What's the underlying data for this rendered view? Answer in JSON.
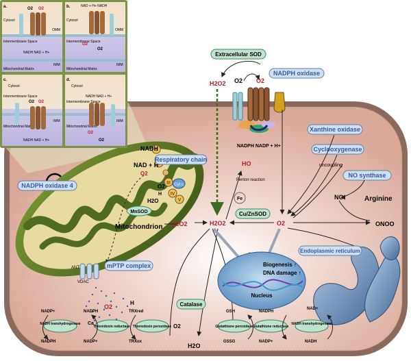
{
  "panels": {
    "a": {
      "letter": "a.",
      "o2": "O2",
      "superoxide": "O2",
      "cytosol": "Cytosol",
      "omm": "OMM",
      "ims": "Intermembrane Space",
      "nadh_reaction": "NADH   NAD + H+",
      "imm": "IMM",
      "matrix": "Mitochondrial Matrix"
    },
    "b": {
      "letter": "b.",
      "nadh_reaction": "NAD + H+  NADH",
      "cytosol": "Cytosol",
      "omm": "OMM",
      "ims": "Intermembrane Space",
      "superoxide": "O2",
      "o2": "O2",
      "imm": "IMM",
      "matrix": "Mitochondrial Matrix"
    },
    "c": {
      "letter": "c.",
      "cytosol": "Cytosol",
      "ims": "Intermembrane Space",
      "o2": "O2",
      "superoxide": "O2",
      "imm": "IMM",
      "matrix": "Mitochondrial Matrix",
      "nadh_reaction": "NADH   NAD + H+"
    },
    "d": {
      "letter": "d.",
      "cytosol": "Cytosol",
      "nadh_reaction": "NADH   NAD + H+",
      "ims": "Intermembrane Space",
      "imm": "IMM",
      "matrix": "Mitochondrial Matrix",
      "superoxide": "O2",
      "o2": "O2"
    }
  },
  "labels": {
    "extracellular_sod": "Extracellular SOD",
    "nadph_oxidase": "NADPH oxidase",
    "h2o2_top": "H2O2",
    "o2_top": "O2",
    "superoxide_top": "O2",
    "nadph_reaction": "NADPH   NADP + H+",
    "xanthine_oxidase": "Xanthine oxidase",
    "cyclooxygenase": "Cyclooxygenase",
    "uncoupling": "uncoupling",
    "no_synthase": "NO synthase",
    "no": "NO",
    "arginine": "Arginine",
    "onoo": "ONOO",
    "respiratory_chain": "Respiratory chain",
    "nadh": "NADH",
    "nad_h": "NAD + H",
    "o2_resp": "O2",
    "o2_resp2": "O2",
    "h_resp": "H",
    "h2o_resp": "H2O",
    "cyt_c": "Cyt c",
    "complex_1": "I",
    "complex_2": "II",
    "complex_q": "Q",
    "complex_3": "III",
    "complex_4": "IV",
    "complex_5": "V",
    "mnsod": "MnSOD",
    "mitochondrion": "Mitochondrion",
    "h2o2_mito": "H2O2",
    "nadph_oxidase_4": "NADPH oxidase 4",
    "ho": "HO",
    "fenton": "Fenton reaction",
    "fe": "Fe",
    "cuznsod": "Cu/ZnSOD",
    "h2o2_center": "H2O2",
    "superoxide_center": "O2",
    "endoplasmic_reticulum": "Endoplasmic reticulum",
    "mptp_complex": "mPTP complex",
    "ant": "ANT",
    "vdac": "VDAC",
    "superoxide_leak": "O2",
    "h_leak": "H",
    "ca": "Ca",
    "biogenesis": "Biogenesis ↑",
    "dna_damage": "DNA damage ↑",
    "nucleus": "Nucleus",
    "catalase": "Catalase",
    "o2_catalase": "O2",
    "h2o_bottom": "H2O",
    "nadp_plus_l": "NADP+",
    "nadph_l": "NADPH",
    "trx_red": "TRXred",
    "nadh_trans_l": "NADH transhydrogenase",
    "thioredoxin_reductase": "Thioredoxin reductase",
    "thioredoxin_peroxidase": "Thioredoxin peroxidase",
    "nadp_plus_l2": "NADP+",
    "nadph_l2": "NADPH",
    "trx_ox": "TRXox",
    "gsh": "GSH",
    "nadph_r": "NADPH",
    "nad_plus_r": "NAD+",
    "glutathione_peroxidase": "Glutathione peroxidase",
    "glutathione_reductase": "Glutathione reductase",
    "nadh_trans_r": "NADH transhydrogenase",
    "gssg": "GSSG",
    "nadp_plus_r": "NADP+",
    "nadh_r": "NADH"
  },
  "colors": {
    "cell_fill": "#e9c4bb",
    "cell_membrane": "#8a6a5c",
    "mito_fill": "#4f6b1d",
    "mito_inner": "#e7d89a",
    "enzyme_fill": "#cfe0f5",
    "enzyme_text": "#3a5a9a",
    "green_fill": "#bfe3cf",
    "red_text": "#b0222a",
    "er_fill": "#7ea0c8",
    "nucleus_fill": "#8fb8d8"
  }
}
